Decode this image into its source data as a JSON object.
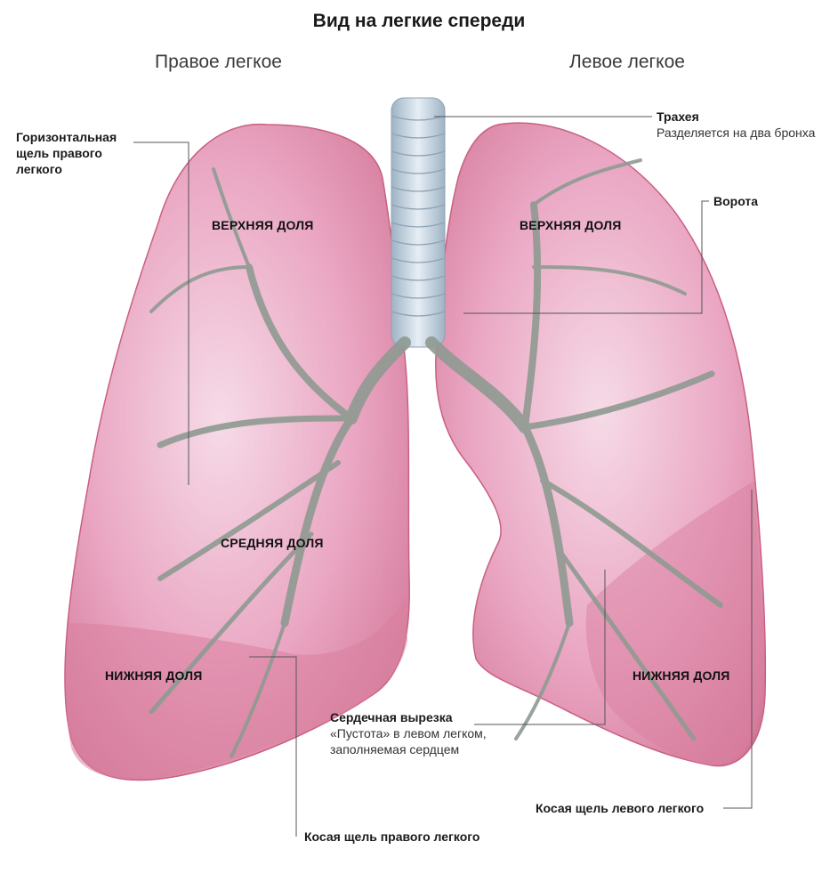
{
  "title": "Вид на легкие спереди",
  "right_lung_heading": "Правое легкое",
  "left_lung_heading": "Левое легкое",
  "lobes": {
    "right_upper": "ВЕРХНЯЯ ДОЛЯ",
    "right_middle": "СРЕДНЯЯ ДОЛЯ",
    "right_lower": "НИЖНЯЯ ДОЛЯ",
    "left_upper": "ВЕРХНЯЯ ДОЛЯ",
    "left_lower": "НИЖНЯЯ ДОЛЯ"
  },
  "callouts": {
    "horizontal_fissure": [
      "Горизонтальная",
      "щель правого",
      "легкого"
    ],
    "trachea_title": "Трахея",
    "trachea_desc": "Разделяется на два бронха",
    "hilum": "Ворота",
    "cardiac_notch_title": "Сердечная вырезка",
    "cardiac_notch_desc": [
      "«Пустота» в левом легком,",
      "заполняемая сердцем"
    ],
    "left_oblique": "Косая щель левого легкого",
    "right_oblique": "Косая щель правого легкого"
  },
  "colors": {
    "lung_fill": "#e79ab8",
    "lung_light": "#f3cfe0",
    "lung_edge": "#c9607f",
    "bronchi": "#8f9a92",
    "trachea": "#c9d9e6",
    "leader": "#555555"
  }
}
